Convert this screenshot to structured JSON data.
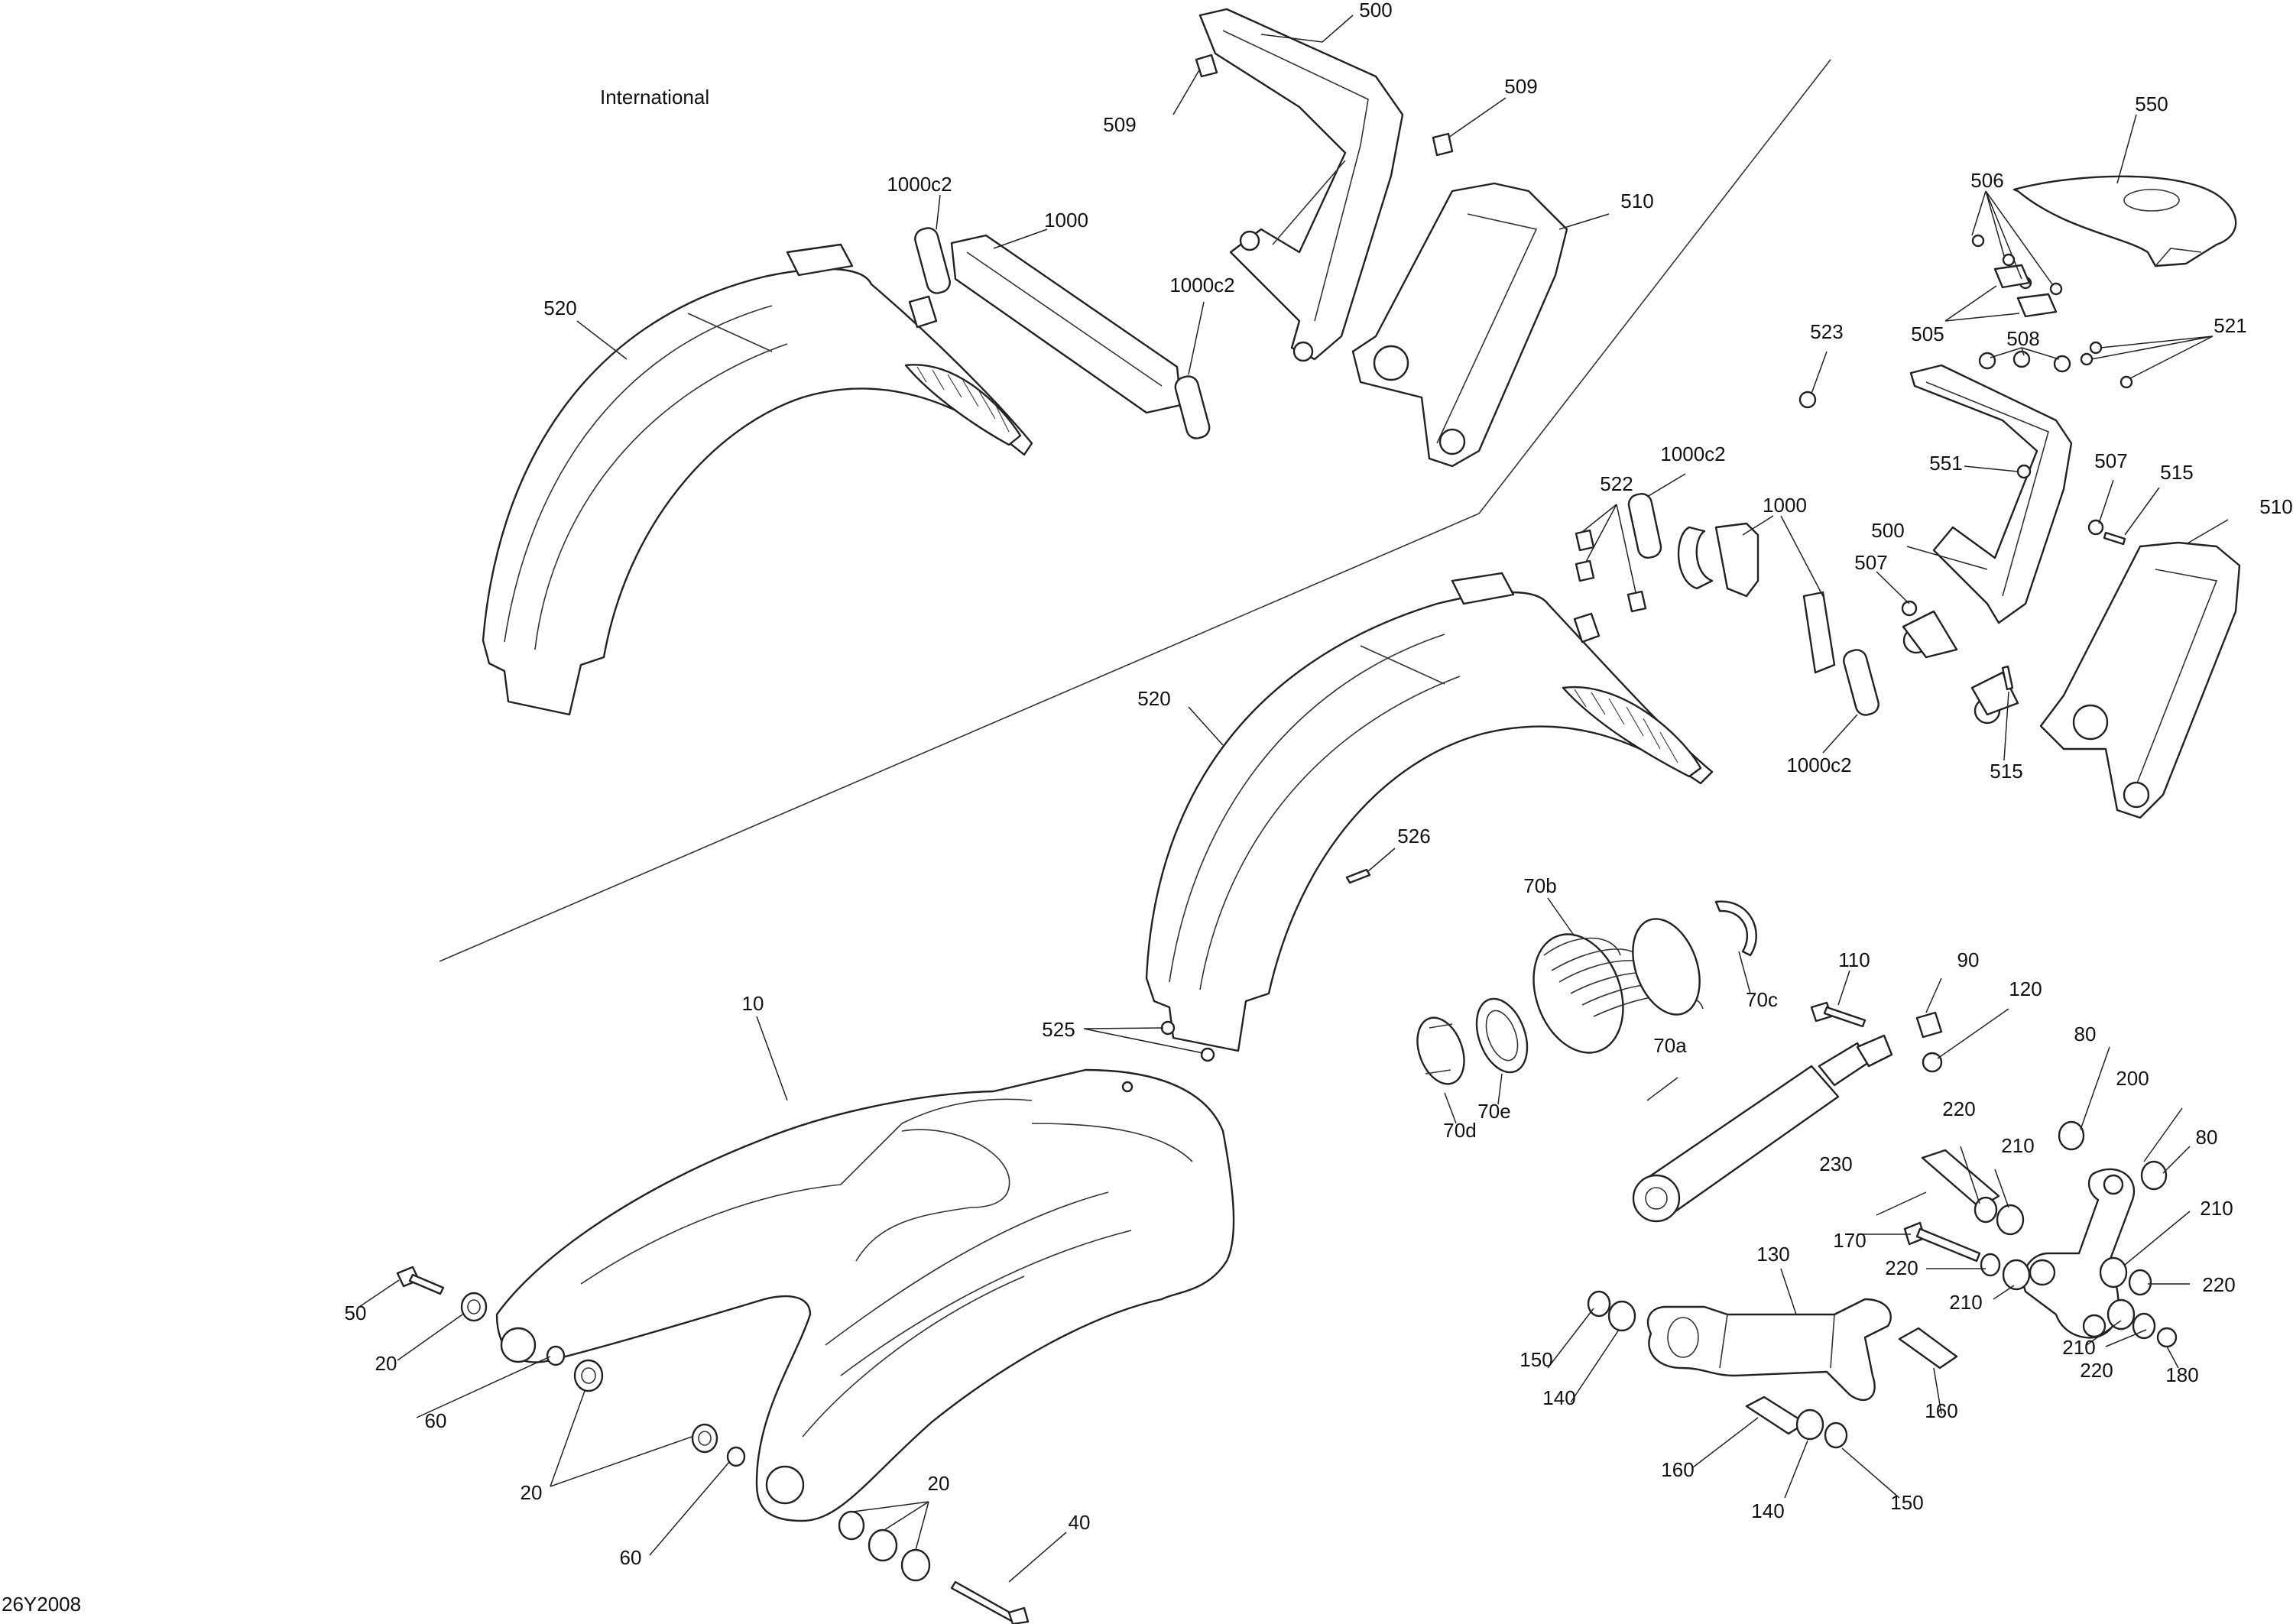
{
  "diagram": {
    "region_title": "International",
    "reference_code": "26Y2008",
    "callouts": [
      {
        "id": "c500a",
        "text": "500"
      },
      {
        "id": "c509a",
        "text": "509"
      },
      {
        "id": "c509b",
        "text": "509"
      },
      {
        "id": "c510a",
        "text": "510"
      },
      {
        "id": "c520a",
        "text": "520"
      },
      {
        "id": "c1000c2a",
        "text": "1000c2"
      },
      {
        "id": "c1000a",
        "text": "1000"
      },
      {
        "id": "c1000c2b",
        "text": "1000c2"
      },
      {
        "id": "c550",
        "text": "550"
      },
      {
        "id": "c506",
        "text": "506"
      },
      {
        "id": "c505",
        "text": "505"
      },
      {
        "id": "c508",
        "text": "508"
      },
      {
        "id": "c521",
        "text": "521"
      },
      {
        "id": "c523",
        "text": "523"
      },
      {
        "id": "c551",
        "text": "551"
      },
      {
        "id": "c507a",
        "text": "507"
      },
      {
        "id": "c515a",
        "text": "515"
      },
      {
        "id": "c510b",
        "text": "510"
      },
      {
        "id": "c500b",
        "text": "500"
      },
      {
        "id": "c507b",
        "text": "507"
      },
      {
        "id": "c515b",
        "text": "515"
      },
      {
        "id": "c522",
        "text": "522"
      },
      {
        "id": "c1000c2c",
        "text": "1000c2"
      },
      {
        "id": "c1000b",
        "text": "1000"
      },
      {
        "id": "c1000c2d",
        "text": "1000c2"
      },
      {
        "id": "c520b",
        "text": "520"
      },
      {
        "id": "c526",
        "text": "526"
      },
      {
        "id": "c525",
        "text": "525"
      },
      {
        "id": "c10",
        "text": "10"
      },
      {
        "id": "c70b",
        "text": "70b"
      },
      {
        "id": "c70c",
        "text": "70c"
      },
      {
        "id": "c70a",
        "text": "70a"
      },
      {
        "id": "c70d",
        "text": "70d"
      },
      {
        "id": "c70e",
        "text": "70e"
      },
      {
        "id": "c110",
        "text": "110"
      },
      {
        "id": "c90",
        "text": "90"
      },
      {
        "id": "c120",
        "text": "120"
      },
      {
        "id": "c80a",
        "text": "80"
      },
      {
        "id": "c200",
        "text": "200"
      },
      {
        "id": "c80b",
        "text": "80"
      },
      {
        "id": "c220a",
        "text": "220"
      },
      {
        "id": "c210a",
        "text": "210"
      },
      {
        "id": "c230",
        "text": "230"
      },
      {
        "id": "c170",
        "text": "170"
      },
      {
        "id": "c220b",
        "text": "220"
      },
      {
        "id": "c210b",
        "text": "210"
      },
      {
        "id": "c210c",
        "text": "210"
      },
      {
        "id": "c220c",
        "text": "220"
      },
      {
        "id": "c130",
        "text": "130"
      },
      {
        "id": "c210d",
        "text": "210"
      },
      {
        "id": "c220d",
        "text": "220"
      },
      {
        "id": "c180",
        "text": "180"
      },
      {
        "id": "c150a",
        "text": "150"
      },
      {
        "id": "c140a",
        "text": "140"
      },
      {
        "id": "c160a",
        "text": "160"
      },
      {
        "id": "c160b",
        "text": "160"
      },
      {
        "id": "c140b",
        "text": "140"
      },
      {
        "id": "c150b",
        "text": "150"
      },
      {
        "id": "c50",
        "text": "50"
      },
      {
        "id": "c20a",
        "text": "20"
      },
      {
        "id": "c60a",
        "text": "60"
      },
      {
        "id": "c20b",
        "text": "20"
      },
      {
        "id": "c60b",
        "text": "60"
      },
      {
        "id": "c20c",
        "text": "20"
      },
      {
        "id": "c40",
        "text": "40"
      }
    ]
  }
}
